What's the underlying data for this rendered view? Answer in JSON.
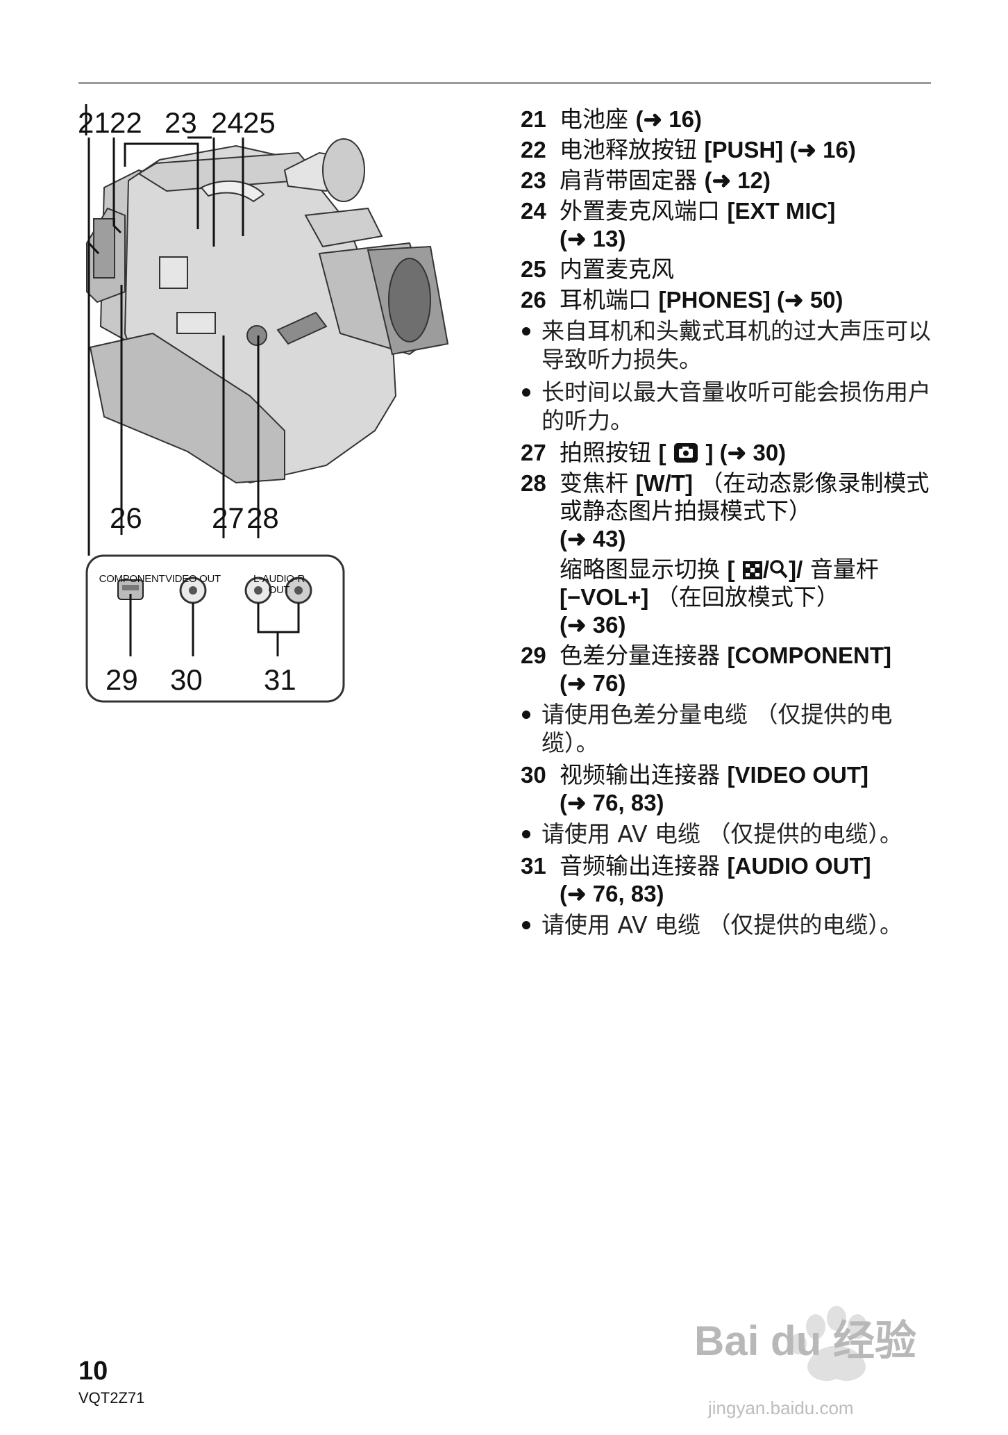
{
  "figure": {
    "callouts_top": [
      "21",
      "22",
      "23",
      "24",
      "25"
    ],
    "callouts_mid": [
      "26",
      "27",
      "28"
    ],
    "callouts_bottom": [
      "29",
      "30",
      "31"
    ],
    "port_labels": {
      "component": "COMPONENT",
      "video_out": "VIDEO OUT",
      "audio_out_line1": "L-AUDIO-R",
      "audio_out_line2": "OUT"
    }
  },
  "items": [
    {
      "num": "21",
      "label": "电池座",
      "ref": "(➜ 16)"
    },
    {
      "num": "22",
      "label": "电池释放按钮",
      "ref": "[PUSH] (➜ 16)"
    },
    {
      "num": "23",
      "label": "肩背带固定器",
      "ref": "(➜ 12)"
    },
    {
      "num": "24",
      "label": "外置麦克风端口",
      "ref": "[EXT MIC]",
      "ref2": "(➜ 13)"
    },
    {
      "num": "25",
      "label": "内置麦克风"
    },
    {
      "num": "26",
      "label": "耳机端口",
      "ref": "[PHONES] (➜ 50)"
    },
    {
      "num": "27",
      "label": "拍照按钮",
      "ref_pre": "[",
      "ref_post": "] (➜ 30)"
    },
    {
      "num": "28",
      "label": "变焦杆",
      "ref": "[W/T]",
      "note": "（在动态影像录制模式或静态图片拍摄模式下）",
      "ref2": "(➜ 43)",
      "sub_label": "缩略图显示切换",
      "sub_ref_pre": "[",
      "sub_ref_mid": "/",
      "sub_ref_post": "]/",
      "sub_label2": "音量杆",
      "sub_vol": "[−VOL+]",
      "sub_note": "（在回放模式下）",
      "sub_ref2": "(➜ 36)"
    },
    {
      "num": "29",
      "label": "色差分量连接器",
      "ref": "[COMPONENT]",
      "ref2": "(➜ 76)"
    },
    {
      "num": "30",
      "label": "视频输出连接器",
      "ref": "[VIDEO OUT]",
      "ref2": "(➜ 76, 83)"
    },
    {
      "num": "31",
      "label": "音频输出连接器",
      "ref": "[AUDIO OUT]",
      "ref2": "(➜ 76, 83)"
    }
  ],
  "bullets": {
    "b26_1": "来自耳机和头戴式耳机的过大声压可以导致听力损失。",
    "b26_2": "长时间以最大音量收听可能会损伤用户的听力。",
    "b29_1": "请使用色差分量电缆 （仅提供的电缆）。",
    "b30_1": "请使用 AV 电缆 （仅提供的电缆）。",
    "b31_1": "请使用 AV 电缆 （仅提供的电缆）。"
  },
  "footer": {
    "page_number": "10",
    "model_code": "VQT2Z71"
  },
  "watermark": {
    "brand": "Bai du 经验",
    "url": "jingyan.baidu.com"
  }
}
